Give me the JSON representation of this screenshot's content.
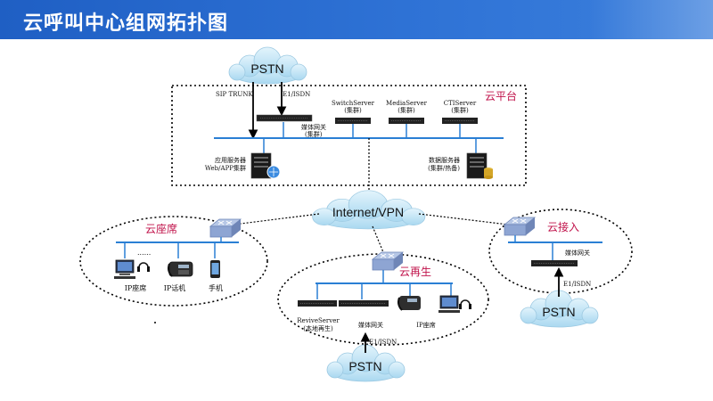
{
  "page": {
    "title": "云呼叫中心组网拓扑图"
  },
  "colors": {
    "title_bar": "#2f73d6",
    "zone_label": "#c0124a",
    "bus_line": "#2a7fd4",
    "cloud": "#bfe3f5"
  },
  "clouds": {
    "pstn_top": "PSTN",
    "internet": "Internet/VPN",
    "pstn_right": "PSTN",
    "pstn_bottom": "PSTN"
  },
  "cloud_platform": {
    "zone_label": "云平台",
    "sip_trunk": "SIP TRUNK",
    "e1_isdn": "E1/ISDN",
    "media_gateway": [
      "媒体网关",
      "(集群)"
    ],
    "switch_server": [
      "SwitchServer",
      "(集群)"
    ],
    "media_server": [
      "MediaServer",
      "(集群)"
    ],
    "cti_server": [
      "CTIServer",
      "(集群)"
    ],
    "app_server": [
      "应用服务器",
      "Web/APP集群"
    ],
    "data_server": [
      "数据服务器",
      "(集群/热备)"
    ]
  },
  "cloud_seat": {
    "zone_label": "云座席",
    "ellipsis": "......",
    "ip_seat": "IP座席",
    "ip_phone": "IP话机",
    "mobile": "手机"
  },
  "cloud_rebirth": {
    "zone_label": "云再生",
    "revive_server": [
      "ReviveServer",
      "(本地再生)"
    ],
    "media_gateway": "媒体网关",
    "ip_seat": "IP座席",
    "e1_isdn": "E1/ISDN"
  },
  "cloud_access": {
    "zone_label": "云接入",
    "media_gateway": "媒体网关",
    "e1_isdn": "E1/ISDN"
  }
}
